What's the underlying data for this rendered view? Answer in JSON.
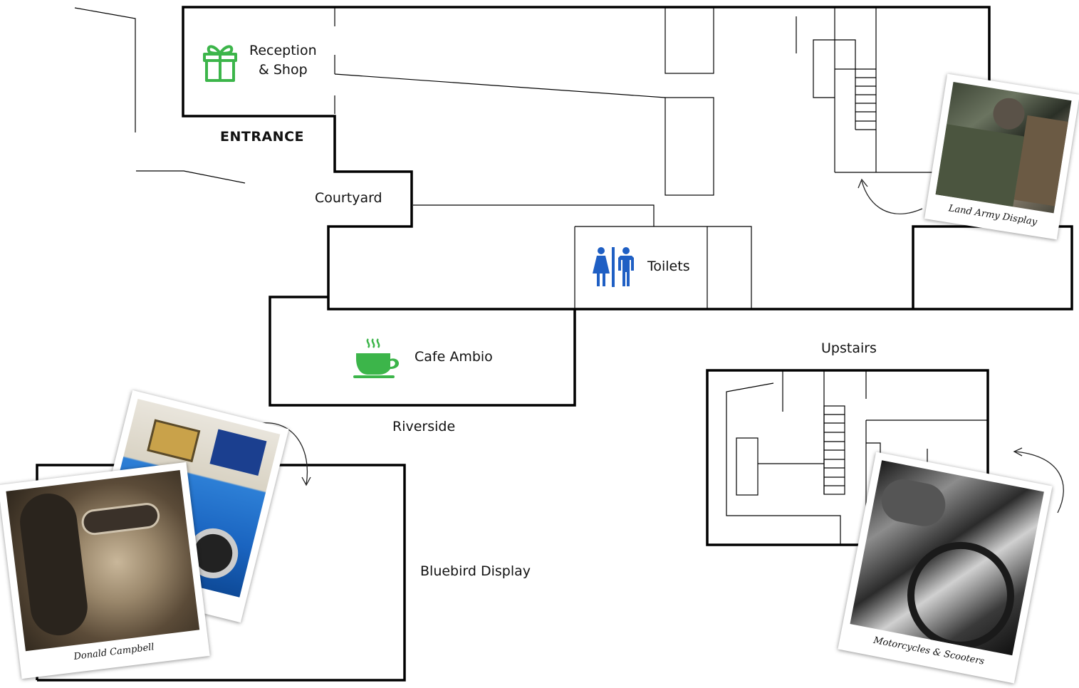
{
  "labels": {
    "reception": "Reception",
    "shop": "& Shop",
    "entrance": "ENTRANCE",
    "courtyard": "Courtyard",
    "toilets": "Toilets",
    "cafe": "Cafe Ambio",
    "riverside": "Riverside",
    "upstairs": "Upstairs",
    "bluebird": "Bluebird Display"
  },
  "icons": {
    "reception": "gift-icon",
    "toilets": "toilets-icon",
    "cafe": "coffee-cup-icon"
  },
  "photos": {
    "land_army": "Land Army Display",
    "donald": "Donald Campbell",
    "motorcycles": "Motorcycles & Scooters"
  },
  "colors": {
    "walls": "#000000",
    "icon_green": "#3cb54a",
    "icon_blue": "#1f5fc4"
  }
}
